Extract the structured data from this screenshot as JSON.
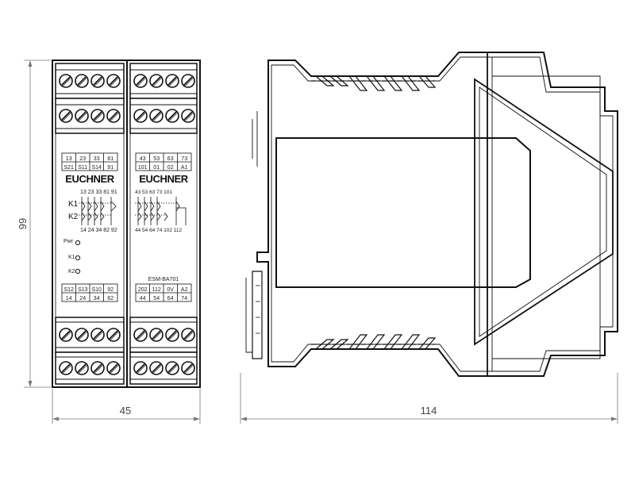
{
  "dimensions": {
    "height": "99",
    "width_front": "45",
    "width_side": "114"
  },
  "left_module": {
    "brand": "EUCHNER",
    "top_terminals_row1": [
      "13",
      "23",
      "33",
      "81"
    ],
    "top_terminals_row2": [
      "S21",
      "S11",
      "S14",
      "91"
    ],
    "contact_numbers_top": "13 23 33 81 91",
    "contact_numbers_bottom": "14 24 34 82 92",
    "relay_labels": [
      "K1",
      "K2"
    ],
    "led_labels": [
      "Pwr",
      "K1",
      "K2"
    ],
    "bottom_terminals_row1": [
      "S12",
      "S13",
      "S10",
      "92"
    ],
    "bottom_terminals_row2": [
      "14",
      "24",
      "34",
      "82"
    ]
  },
  "right_module": {
    "brand": "EUCHNER",
    "top_terminals_row1": [
      "43",
      "53",
      "63",
      "73"
    ],
    "top_terminals_row2": [
      "101",
      "01",
      "02",
      "A1"
    ],
    "contact_numbers_top": "43 53 63 73   101",
    "contact_numbers_bottom": "44 54 64 74 102   112",
    "model": "ESM-BA701",
    "bottom_terminals_row1": [
      "202",
      "112",
      "0V",
      "A2"
    ],
    "bottom_terminals_row2": [
      "44",
      "54",
      "64",
      "74"
    ]
  }
}
